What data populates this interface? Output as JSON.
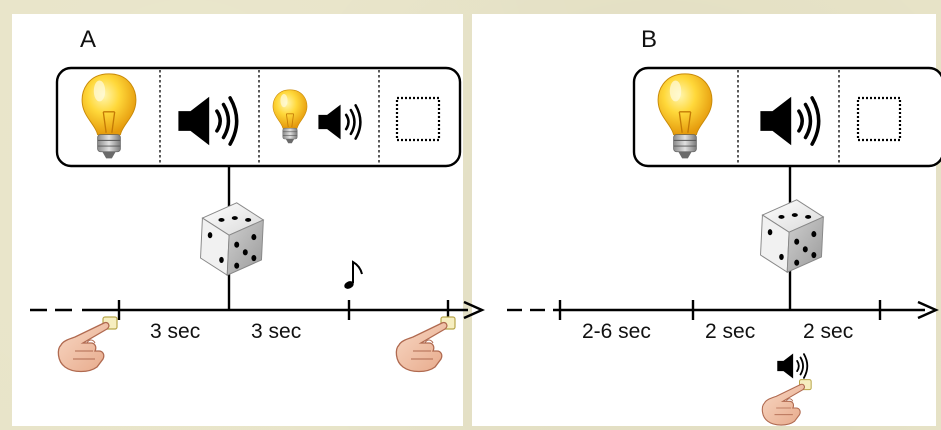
{
  "panels": {
    "a": {
      "label": "A",
      "slots": [
        "light-bulb",
        "speaker",
        "light-bulb-and-speaker",
        "empty-square"
      ],
      "times": [
        "3 sec",
        "3 sec"
      ]
    },
    "b": {
      "label": "B",
      "slots": [
        "light-bulb",
        "speaker",
        "empty-square"
      ],
      "times": [
        "2-6 sec",
        "2 sec",
        "2 sec"
      ]
    }
  },
  "colors": {
    "background": "#e8e4c8",
    "bulb": "#f7c51e",
    "ink": "#111111"
  }
}
